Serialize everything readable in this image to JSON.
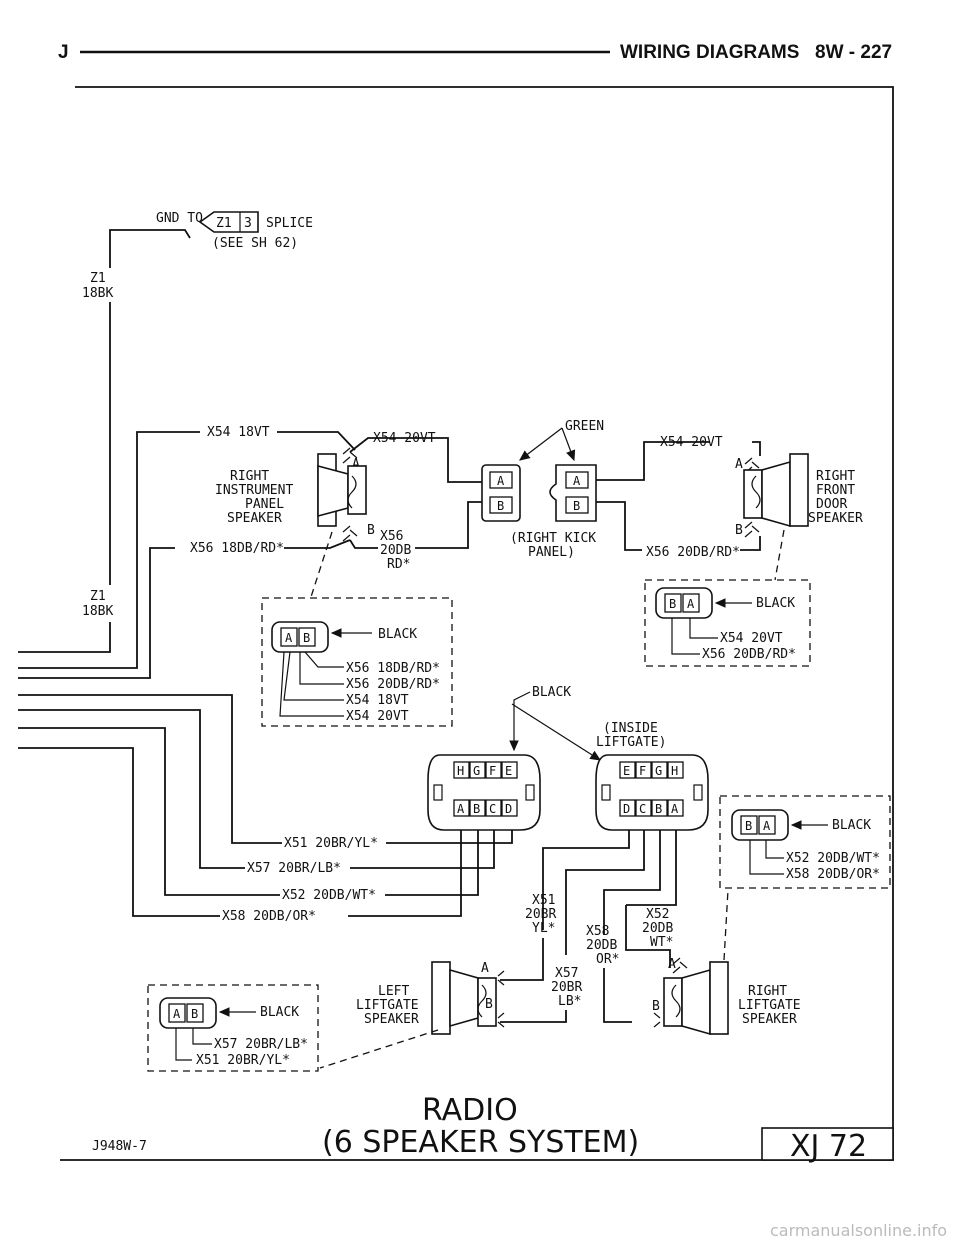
{
  "header": {
    "left": "J",
    "title": "WIRING DIAGRAMS",
    "page": "8W - 227"
  },
  "gnd": {
    "line1": "GND TO",
    "splice_left": "Z1",
    "splice_right": "3",
    "splice_word": "SPLICE",
    "see": "(SEE SH 62)",
    "wire_top": "Z1",
    "gauge_top": "18BK",
    "wire_mid": "Z1",
    "gauge_mid": "18BK"
  },
  "wires": {
    "x54_18vt": "X54 18VT",
    "x54_20vt_a": "X54 20VT",
    "x54_20vt_b": "X54 20VT",
    "x56_18db": "X56 18DB/RD*",
    "x56_mid": "X56",
    "x56_mid_2": "20DB",
    "x56_mid_3": "RD*",
    "x56_20db_r": "X56 20DB/RD*",
    "x51": "X51 20BR/YL*",
    "x57": "X57 20BR/LB*",
    "x52": "X52 20DB/WT*",
    "x58": "X58 20DB/OR*",
    "x51v_1": "X51",
    "x51v_2": "20BR",
    "x51v_3": "YL*",
    "x58v_1": "X58",
    "x58v_2": "20DB",
    "x58v_3": "OR*",
    "x52v_1": "X52",
    "x52v_2": "20DB",
    "x52v_3": "WT*",
    "x57v_1": "X57",
    "x57v_2": "20BR",
    "x57v_3": "LB*"
  },
  "speakers": {
    "rip": [
      "RIGHT",
      "INSTRUMENT",
      "PANEL",
      "SPEAKER"
    ],
    "rfd": [
      "RIGHT",
      "FRONT",
      "DOOR",
      "SPEAKER"
    ],
    "ll": [
      "LEFT",
      "LIFTGATE",
      "SPEAKER"
    ],
    "rl": [
      "RIGHT",
      "LIFTGATE",
      "SPEAKER"
    ]
  },
  "kick": {
    "green": "GREEN",
    "l1": "(RIGHT KICK",
    "l2": "PANEL)",
    "pin_a": "A",
    "pin_b": "B"
  },
  "pins": {
    "a": "A",
    "b": "B",
    "c": "C",
    "d": "D",
    "e": "E",
    "f": "F",
    "g": "G",
    "h": "H"
  },
  "legends": {
    "rip": {
      "color": "BLACK",
      "lines": [
        "X56 18DB/RD*",
        "X56 20DB/RD*",
        "X54 18VT",
        "X54 20VT"
      ]
    },
    "rfd": {
      "color": "BLACK",
      "lines": [
        "X54 20VT",
        "X56 20DB/RD*"
      ]
    },
    "ll": {
      "color": "BLACK",
      "lines": [
        "X57 20BR/LB*",
        "X51 20BR/YL*"
      ]
    },
    "rl": {
      "color": "BLACK",
      "lines": [
        "X52 20DB/WT*",
        "X58 20DB/OR*"
      ]
    }
  },
  "liftgate": {
    "black": "BLACK",
    "l1": "(INSIDE",
    "l2": "LIFTGATE)"
  },
  "footer": {
    "code": "J948W-7",
    "title1": "RADIO",
    "title2": "(6 SPEAKER SYSTEM)",
    "box": "XJ 72"
  },
  "watermark": "carmanualsonline.info"
}
